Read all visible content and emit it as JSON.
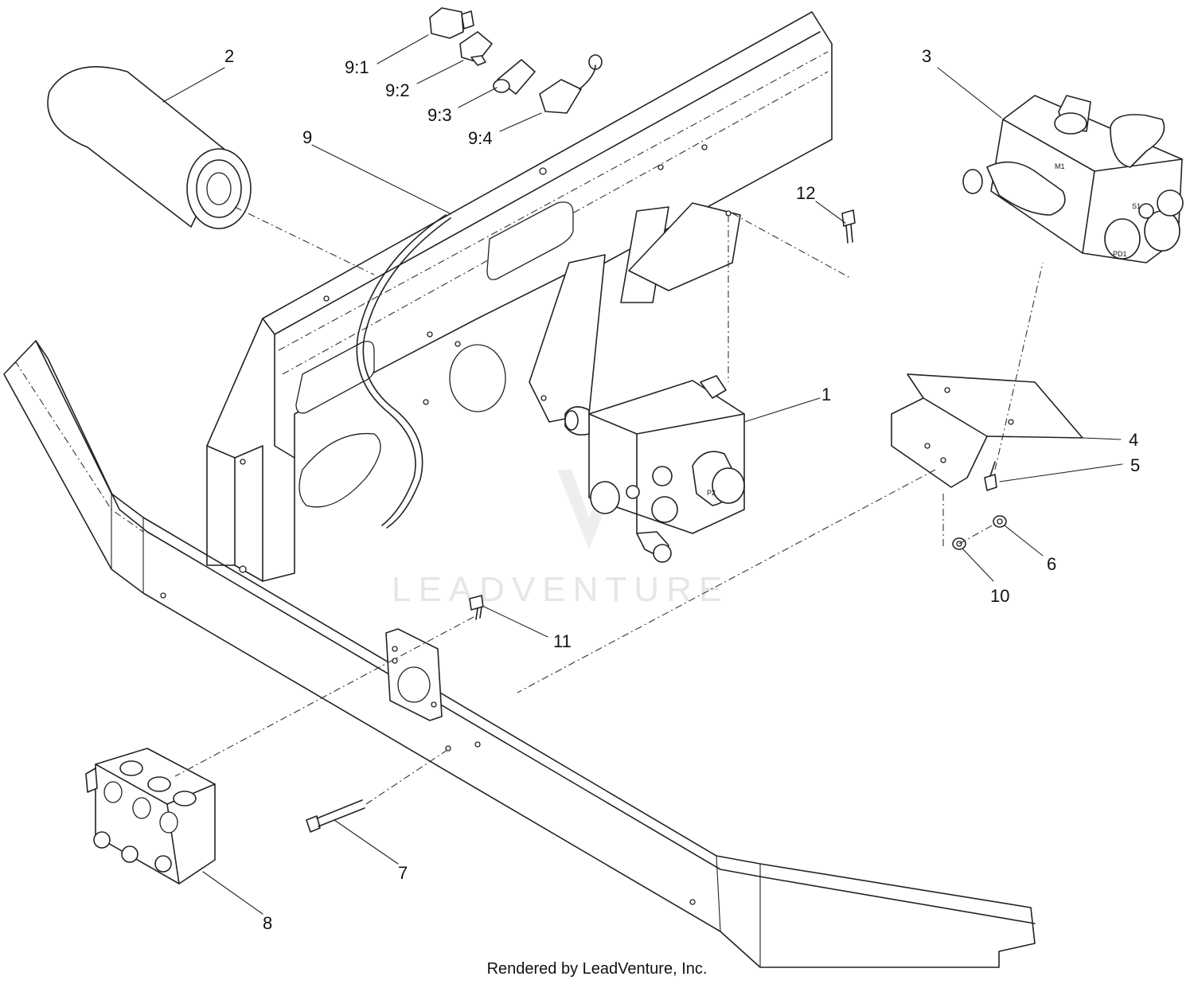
{
  "watermark": "LEADVENTURE",
  "credit": "Rendered by LeadVenture, Inc.",
  "callouts": {
    "c1": "1",
    "c2": "2",
    "c3": "3",
    "c4": "4",
    "c5": "5",
    "c6": "6",
    "c7": "7",
    "c8": "8",
    "c9": "9",
    "c9_1": "9:1",
    "c9_2": "9:2",
    "c9_3": "9:3",
    "c9_4": "9:4",
    "c10": "10",
    "c11": "11",
    "c12": "12"
  },
  "port_labels": {
    "m1": "M1",
    "s1": "S1",
    "pd1": "PD1",
    "p2": "P2"
  }
}
